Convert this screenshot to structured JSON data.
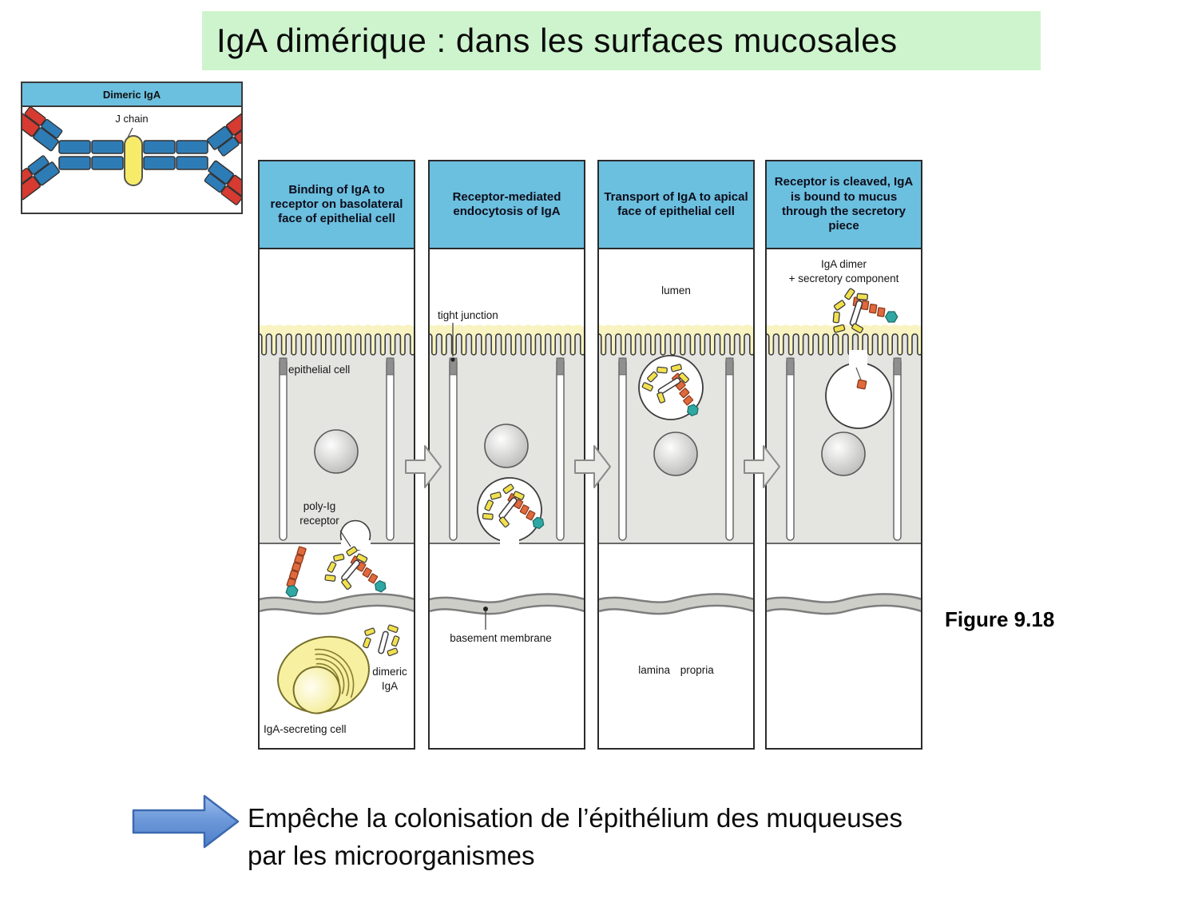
{
  "title": "IgA dimérique : dans les surfaces mucosales",
  "inset": {
    "header": "Dimeric IgA",
    "j_chain_label": "J chain"
  },
  "figure": {
    "caption": "Figure 9.18",
    "panels": [
      {
        "header": "Binding of IgA to receptor on basolateral face of epithelial cell",
        "labels": {
          "epithelial_cell": "epithelial cell",
          "poly_ig_line1": "poly-Ig",
          "poly_ig_line2": "receptor",
          "dimeric_line1": "dimeric",
          "dimeric_line2": "IgA",
          "secreting_cell": "IgA-secreting cell"
        }
      },
      {
        "header": "Receptor-mediated endocytosis of IgA",
        "labels": {
          "tight_junction": "tight junction",
          "basement_membrane": "basement membrane"
        }
      },
      {
        "header": "Transport of IgA to apical face of epithelial cell",
        "labels": {
          "lumen": "lumen",
          "lamina_propria": "lamina propria"
        }
      },
      {
        "header": "Receptor is cleaved, IgA is bound to mucus through the secretory piece",
        "labels": {
          "iga_dimer_line1": "IgA dimer",
          "iga_dimer_line2": "+ secretory component"
        }
      }
    ]
  },
  "footer": {
    "line1": "Empêche la colonisation de l’épithélium des muqueuses",
    "line2": "par les microorganismes"
  },
  "colors": {
    "title_bg": "#cdf4cd",
    "panel_header_bg": "#6bbfdf",
    "cell_gray": "#e4e4e1",
    "glycocalyx_yellow": "#f8f3c0",
    "iga_yellow": "#f2e14d",
    "receptor_orange": "#e0693b",
    "secretory_teal": "#2fa8a4",
    "plasma_cell_yellow": "#f6f0a0",
    "membrane_gray": "#cecec9",
    "footer_arrow_blue": "#5d8ed6",
    "antibody_blue": "#2e7cb6",
    "antibody_red": "#d63a30"
  }
}
